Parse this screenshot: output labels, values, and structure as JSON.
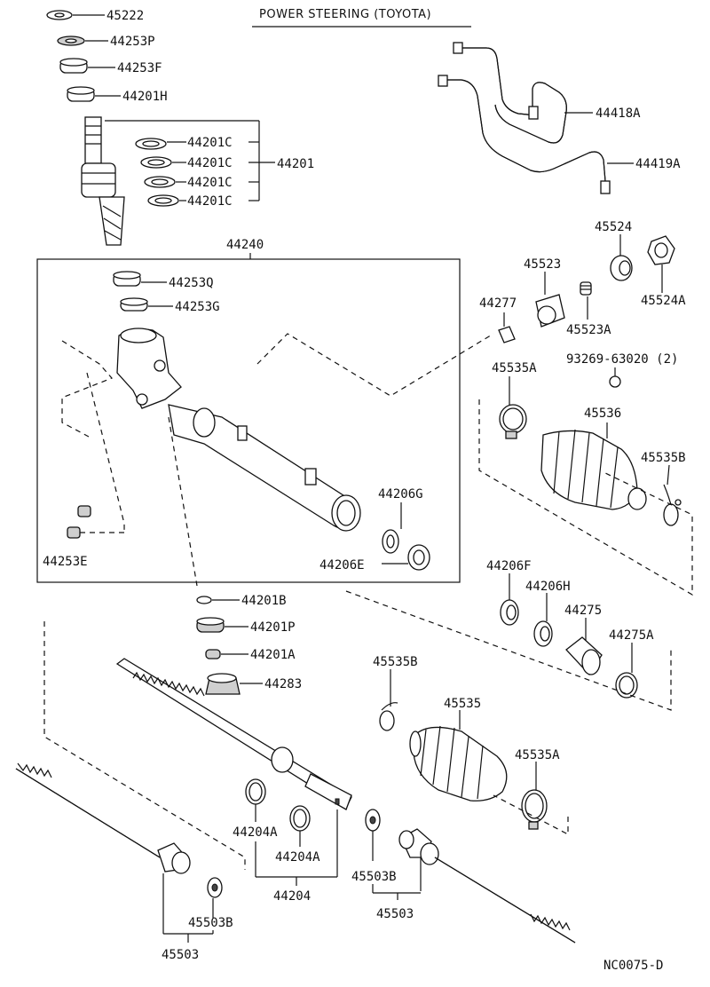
{
  "title": "POWER STEERING (TOYOTA)",
  "footer_code": "NC0075-D",
  "labels": {
    "p45222": "45222",
    "p44253P": "44253P",
    "p44253F": "44253F",
    "p44201H": "44201H",
    "p44201C_1": "44201C",
    "p44201C_2": "44201C",
    "p44201C_3": "44201C",
    "p44201C_4": "44201C",
    "p44201": "44201",
    "p44418A": "44418A",
    "p44419A": "44419A",
    "p44240": "44240",
    "p44253Q": "44253Q",
    "p44253G": "44253G",
    "p44253E": "44253E",
    "p44206G": "44206G",
    "p44206E": "44206E",
    "p44277": "44277",
    "p45523": "45523",
    "p45524": "45524",
    "p45524A": "45524A",
    "p45523A": "45523A",
    "p93269": "93269-63020 (2)",
    "p45535A_top": "45535A",
    "p45536": "45536",
    "p45535B_right": "45535B",
    "p44206F": "44206F",
    "p44206H": "44206H",
    "p44275": "44275",
    "p44275A": "44275A",
    "p44201B": "44201B",
    "p44201P": "44201P",
    "p44201A": "44201A",
    "p44283": "44283",
    "p45535B_mid": "45535B",
    "p45535": "45535",
    "p45535A_low": "45535A",
    "p44204A_1": "44204A",
    "p44204A_2": "44204A",
    "p44204": "44204",
    "p45503B_left": "45503B",
    "p45503_left": "45503",
    "p45503B_right": "45503B",
    "p45503_right": "45503"
  }
}
